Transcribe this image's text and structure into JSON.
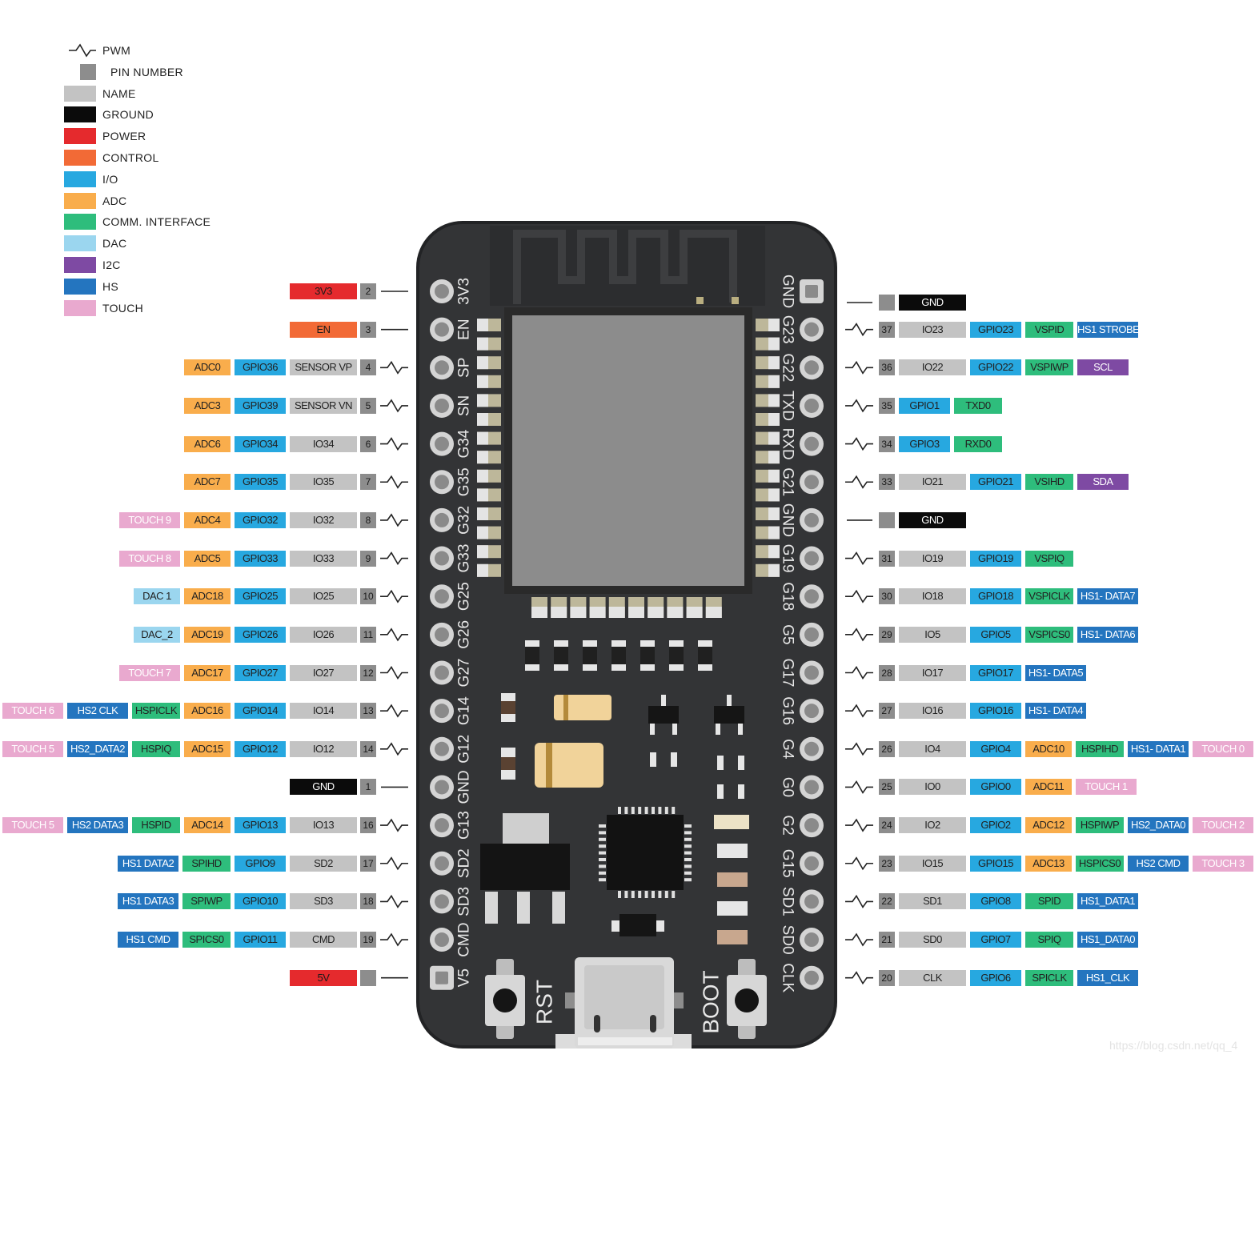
{
  "colors": {
    "pin_number": "#8d8d8d",
    "name": "#c3c3c3",
    "ground": "#0b0b0b",
    "power": "#e52a2d",
    "control": "#f26a36",
    "io": "#27a8e0",
    "adc": "#f9ad4c",
    "comm": "#2ebd7c",
    "dac": "#9bd6ef",
    "i2c": "#7e4aa3",
    "hs": "#2475bf",
    "touch": "#e9a9cf",
    "board": "#333436",
    "board_edge": "#222325",
    "silk": "#e8e8e8",
    "chip": "#8c8c8c",
    "chip_frame": "#2a2a2a"
  },
  "legend": [
    {
      "kind": "pwm",
      "text": "PWM"
    },
    {
      "kind": "pin",
      "text": "PIN NUMBER"
    },
    {
      "kind": "name",
      "text": "NAME"
    },
    {
      "kind": "ground",
      "text": "GROUND"
    },
    {
      "kind": "power",
      "text": "POWER"
    },
    {
      "kind": "control",
      "text": "CONTROL"
    },
    {
      "kind": "io",
      "text": "I/O"
    },
    {
      "kind": "adc",
      "text": "ADC"
    },
    {
      "kind": "comm",
      "text": "COMM. INTERFACE"
    },
    {
      "kind": "dac",
      "text": "DAC"
    },
    {
      "kind": "i2c",
      "text": "I2C"
    },
    {
      "kind": "hs",
      "text": "HS"
    },
    {
      "kind": "touch",
      "text": "TOUCH"
    }
  ],
  "board": {
    "left_silk": [
      "3V3",
      "EN",
      "SP",
      "SN",
      "G34",
      "G35",
      "G32",
      "G33",
      "G25",
      "G26",
      "G27",
      "G14",
      "G12",
      "GND",
      "G13",
      "SD2",
      "SD3",
      "CMD",
      "V5"
    ],
    "right_silk": [
      "GND",
      "G23",
      "G22",
      "TXD",
      "RXD",
      "G21",
      "GND",
      "G19",
      "G18",
      "G5",
      "G17",
      "G16",
      "G4",
      "G0",
      "G2",
      "G15",
      "SD1",
      "SD0",
      "CLK"
    ],
    "rst_label": "RST",
    "boot_label": "BOOT"
  },
  "left_pins": [
    {
      "num": "2",
      "pwm": false,
      "labels": [
        {
          "t": "3V3",
          "c": "power"
        }
      ]
    },
    {
      "num": "3",
      "pwm": false,
      "labels": [
        {
          "t": "EN",
          "c": "control"
        }
      ]
    },
    {
      "num": "4",
      "pwm": true,
      "labels": [
        {
          "t": "SENSOR VP",
          "c": "name"
        },
        {
          "t": "GPIO36",
          "c": "io"
        },
        {
          "t": "ADC0",
          "c": "adc"
        }
      ]
    },
    {
      "num": "5",
      "pwm": true,
      "labels": [
        {
          "t": "SENSOR VN",
          "c": "name"
        },
        {
          "t": "GPIO39",
          "c": "io"
        },
        {
          "t": "ADC3",
          "c": "adc"
        }
      ]
    },
    {
      "num": "6",
      "pwm": true,
      "labels": [
        {
          "t": "IO34",
          "c": "name"
        },
        {
          "t": "GPIO34",
          "c": "io"
        },
        {
          "t": "ADC6",
          "c": "adc"
        }
      ]
    },
    {
      "num": "7",
      "pwm": true,
      "labels": [
        {
          "t": "IO35",
          "c": "name"
        },
        {
          "t": "GPIO35",
          "c": "io"
        },
        {
          "t": "ADC7",
          "c": "adc"
        }
      ]
    },
    {
      "num": "8",
      "pwm": true,
      "labels": [
        {
          "t": "IO32",
          "c": "name"
        },
        {
          "t": "GPIO32",
          "c": "io"
        },
        {
          "t": "ADC4",
          "c": "adc"
        },
        {
          "t": "TOUCH 9",
          "c": "touch"
        }
      ]
    },
    {
      "num": "9",
      "pwm": true,
      "labels": [
        {
          "t": "IO33",
          "c": "name"
        },
        {
          "t": "GPIO33",
          "c": "io"
        },
        {
          "t": "ADC5",
          "c": "adc"
        },
        {
          "t": "TOUCH 8",
          "c": "touch"
        }
      ]
    },
    {
      "num": "10",
      "pwm": true,
      "labels": [
        {
          "t": "IO25",
          "c": "name"
        },
        {
          "t": "GPIO25",
          "c": "io"
        },
        {
          "t": "ADC18",
          "c": "adc"
        },
        {
          "t": "DAC 1",
          "c": "dac"
        }
      ]
    },
    {
      "num": "11",
      "pwm": true,
      "labels": [
        {
          "t": "IO26",
          "c": "name"
        },
        {
          "t": "GPIO26",
          "c": "io"
        },
        {
          "t": "ADC19",
          "c": "adc"
        },
        {
          "t": "DAC_2",
          "c": "dac"
        }
      ]
    },
    {
      "num": "12",
      "pwm": true,
      "labels": [
        {
          "t": "IO27",
          "c": "name"
        },
        {
          "t": "GPIO27",
          "c": "io"
        },
        {
          "t": "ADC17",
          "c": "adc"
        },
        {
          "t": "TOUCH 7",
          "c": "touch"
        }
      ]
    },
    {
      "num": "13",
      "pwm": true,
      "labels": [
        {
          "t": "IO14",
          "c": "name"
        },
        {
          "t": "GPIO14",
          "c": "io"
        },
        {
          "t": "ADC16",
          "c": "adc"
        },
        {
          "t": "HSPICLK",
          "c": "comm"
        },
        {
          "t": "HS2 CLK",
          "c": "hs"
        },
        {
          "t": "TOUCH 6",
          "c": "touch"
        }
      ]
    },
    {
      "num": "14",
      "pwm": true,
      "labels": [
        {
          "t": "IO12",
          "c": "name"
        },
        {
          "t": "GPIO12",
          "c": "io"
        },
        {
          "t": "ADC15",
          "c": "adc"
        },
        {
          "t": "HSPIQ",
          "c": "comm"
        },
        {
          "t": "HS2_DATA2",
          "c": "hs"
        },
        {
          "t": "TOUCH 5",
          "c": "touch"
        }
      ]
    },
    {
      "num": "1",
      "pwm": false,
      "labels": [
        {
          "t": "GND",
          "c": "ground"
        }
      ]
    },
    {
      "num": "16",
      "pwm": true,
      "labels": [
        {
          "t": "IO13",
          "c": "name"
        },
        {
          "t": "GPIO13",
          "c": "io"
        },
        {
          "t": "ADC14",
          "c": "adc"
        },
        {
          "t": "HSPID",
          "c": "comm"
        },
        {
          "t": "HS2 DATA3",
          "c": "hs"
        },
        {
          "t": "TOUCH 5",
          "c": "touch"
        }
      ]
    },
    {
      "num": "17",
      "pwm": true,
      "labels": [
        {
          "t": "SD2",
          "c": "name"
        },
        {
          "t": "GPIO9",
          "c": "io"
        },
        {
          "t": "SPIHD",
          "c": "comm"
        },
        {
          "t": "HS1 DATA2",
          "c": "hs"
        }
      ]
    },
    {
      "num": "18",
      "pwm": true,
      "labels": [
        {
          "t": "SD3",
          "c": "name"
        },
        {
          "t": "GPIO10",
          "c": "io"
        },
        {
          "t": "SPIWP",
          "c": "comm"
        },
        {
          "t": "HS1 DATA3",
          "c": "hs"
        }
      ]
    },
    {
      "num": "19",
      "pwm": true,
      "labels": [
        {
          "t": "CMD",
          "c": "name"
        },
        {
          "t": "GPIO11",
          "c": "io"
        },
        {
          "t": "SPICS0",
          "c": "comm"
        },
        {
          "t": "HS1 CMD",
          "c": "hs"
        }
      ]
    },
    {
      "num": "",
      "pwm": false,
      "labels": [
        {
          "t": "5V",
          "c": "power"
        }
      ]
    }
  ],
  "right_pins": [
    {
      "num": "",
      "pwm": false,
      "labels": [
        {
          "t": "GND",
          "c": "ground"
        }
      ]
    },
    {
      "num": "37",
      "pwm": true,
      "labels": [
        {
          "t": "IO23",
          "c": "name"
        },
        {
          "t": "GPIO23",
          "c": "io"
        },
        {
          "t": "VSPID",
          "c": "comm"
        },
        {
          "t": "HS1 STROBE",
          "c": "hs"
        }
      ]
    },
    {
      "num": "36",
      "pwm": true,
      "labels": [
        {
          "t": "IO22",
          "c": "name"
        },
        {
          "t": "GPIO22",
          "c": "io"
        },
        {
          "t": "VSPIWP",
          "c": "comm"
        },
        {
          "t": "SCL",
          "c": "i2c"
        }
      ]
    },
    {
      "num": "35",
      "pwm": true,
      "labels": [
        {
          "t": "GPIO1",
          "c": "io"
        },
        {
          "t": "TXD0",
          "c": "comm"
        }
      ]
    },
    {
      "num": "34",
      "pwm": true,
      "labels": [
        {
          "t": "GPIO3",
          "c": "io"
        },
        {
          "t": "RXD0",
          "c": "comm"
        }
      ]
    },
    {
      "num": "33",
      "pwm": true,
      "labels": [
        {
          "t": "IO21",
          "c": "name"
        },
        {
          "t": "GPIO21",
          "c": "io"
        },
        {
          "t": "VSIHD",
          "c": "comm"
        },
        {
          "t": "SDA",
          "c": "i2c"
        }
      ]
    },
    {
      "num": "",
      "pwm": false,
      "labels": [
        {
          "t": "GND",
          "c": "ground"
        }
      ]
    },
    {
      "num": "31",
      "pwm": true,
      "labels": [
        {
          "t": "IO19",
          "c": "name"
        },
        {
          "t": "GPIO19",
          "c": "io"
        },
        {
          "t": "VSPIQ",
          "c": "comm"
        }
      ]
    },
    {
      "num": "30",
      "pwm": true,
      "labels": [
        {
          "t": "IO18",
          "c": "name"
        },
        {
          "t": "GPIO18",
          "c": "io"
        },
        {
          "t": "VSPICLK",
          "c": "comm"
        },
        {
          "t": "HS1- DATA7",
          "c": "hs"
        }
      ]
    },
    {
      "num": "29",
      "pwm": true,
      "labels": [
        {
          "t": "IO5",
          "c": "name"
        },
        {
          "t": "GPIO5",
          "c": "io"
        },
        {
          "t": "VSPICS0",
          "c": "comm"
        },
        {
          "t": "HS1- DATA6",
          "c": "hs"
        }
      ]
    },
    {
      "num": "28",
      "pwm": true,
      "labels": [
        {
          "t": "IO17",
          "c": "name"
        },
        {
          "t": "GPIO17",
          "c": "io"
        },
        {
          "t": "HS1- DATA5",
          "c": "hs"
        }
      ]
    },
    {
      "num": "27",
      "pwm": true,
      "labels": [
        {
          "t": "IO16",
          "c": "name"
        },
        {
          "t": "GPIO16",
          "c": "io"
        },
        {
          "t": "HS1- DATA4",
          "c": "hs"
        }
      ]
    },
    {
      "num": "26",
      "pwm": true,
      "labels": [
        {
          "t": "IO4",
          "c": "name"
        },
        {
          "t": "GPIO4",
          "c": "io"
        },
        {
          "t": "ADC10",
          "c": "adc"
        },
        {
          "t": "HSPIHD",
          "c": "comm"
        },
        {
          "t": "HS1- DATA1",
          "c": "hs"
        },
        {
          "t": "TOUCH 0",
          "c": "touch"
        }
      ]
    },
    {
      "num": "25",
      "pwm": true,
      "labels": [
        {
          "t": "IO0",
          "c": "name"
        },
        {
          "t": "GPIO0",
          "c": "io"
        },
        {
          "t": "ADC11",
          "c": "adc"
        },
        {
          "t": "TOUCH 1",
          "c": "touch"
        }
      ]
    },
    {
      "num": "24",
      "pwm": true,
      "labels": [
        {
          "t": "IO2",
          "c": "name"
        },
        {
          "t": "GPIO2",
          "c": "io"
        },
        {
          "t": "ADC12",
          "c": "adc"
        },
        {
          "t": "HSPIWP",
          "c": "comm"
        },
        {
          "t": "HS2_DATA0",
          "c": "hs"
        },
        {
          "t": "TOUCH 2",
          "c": "touch"
        }
      ]
    },
    {
      "num": "23",
      "pwm": true,
      "labels": [
        {
          "t": "IO15",
          "c": "name"
        },
        {
          "t": "GPIO15",
          "c": "io"
        },
        {
          "t": "ADC13",
          "c": "adc"
        },
        {
          "t": "HSPICS0",
          "c": "comm"
        },
        {
          "t": "HS2 CMD",
          "c": "hs"
        },
        {
          "t": "TOUCH 3",
          "c": "touch"
        }
      ]
    },
    {
      "num": "22",
      "pwm": true,
      "labels": [
        {
          "t": "SD1",
          "c": "name"
        },
        {
          "t": "GPIO8",
          "c": "io"
        },
        {
          "t": "SPID",
          "c": "comm"
        },
        {
          "t": "HS1_DATA1",
          "c": "hs"
        }
      ]
    },
    {
      "num": "21",
      "pwm": true,
      "labels": [
        {
          "t": "SD0",
          "c": "name"
        },
        {
          "t": "GPIO7",
          "c": "io"
        },
        {
          "t": "SPIQ",
          "c": "comm"
        },
        {
          "t": "HS1_DATA0",
          "c": "hs"
        }
      ]
    },
    {
      "num": "20",
      "pwm": true,
      "labels": [
        {
          "t": "CLK",
          "c": "name"
        },
        {
          "t": "GPIO6",
          "c": "io"
        },
        {
          "t": "SPICLK",
          "c": "comm"
        },
        {
          "t": "HS1_CLK",
          "c": "hs"
        }
      ]
    }
  ],
  "watermark": "https://blog.csdn.net/qq_4"
}
